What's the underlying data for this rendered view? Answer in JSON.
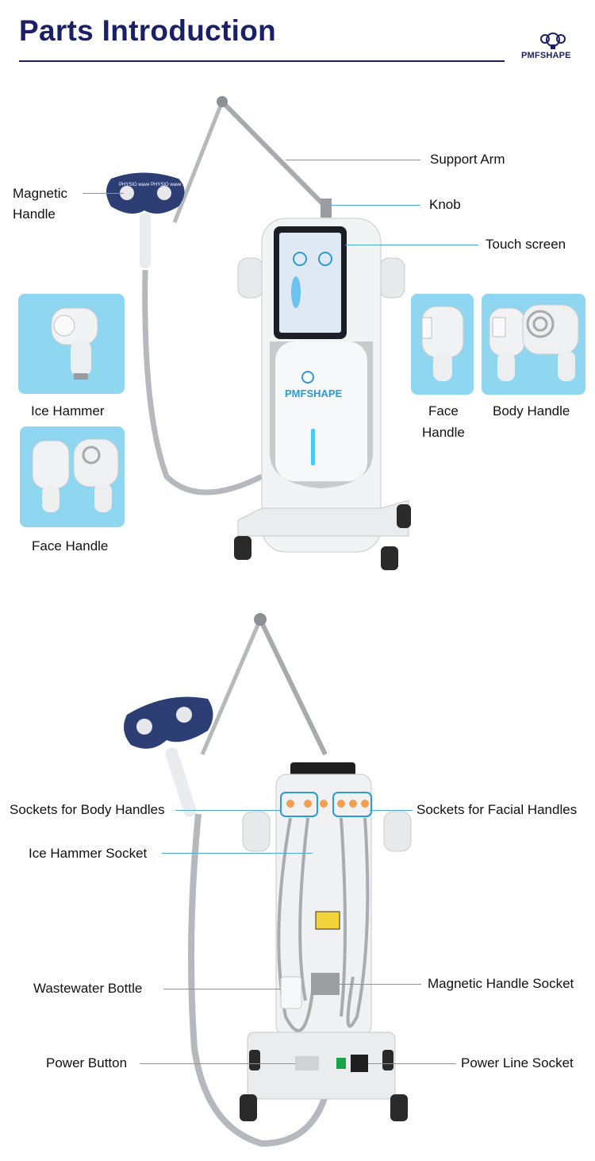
{
  "title": "Parts Introduction",
  "logo": {
    "text": "PMFSHAPE",
    "icon": "brand-mascot-icon"
  },
  "top_section": {
    "labels": {
      "support_arm": "Support Arm",
      "knob": "Knob",
      "touch_screen": "Touch screen",
      "magnetic_handle_line1": "Magnetic",
      "magnetic_handle_line2": "Handle",
      "ice_hammer": "Ice Hammer",
      "face_handle_left": "Face Handle",
      "face_handle_right_line1": "Face",
      "face_handle_right_line2": "Handle",
      "body_handle": "Body Handle"
    },
    "device_brand": "PMFSHAPE",
    "paddle_text_left": "PHYSIO wave",
    "paddle_text_right": "PHYSIO wave"
  },
  "bottom_section": {
    "labels": {
      "sockets_body": "Sockets for Body Handles",
      "sockets_facial": "Sockets for Facial Handles",
      "ice_hammer_socket": "Ice Hammer Socket",
      "wastewater_bottle": "Wastewater Bottle",
      "magnetic_handle_socket": "Magnetic Handle Socket",
      "power_button": "Power Button",
      "power_line_socket": "Power Line Socket"
    }
  },
  "colors": {
    "title": "#1a1f66",
    "leader": "#4aa9d8",
    "tile": "#8fd6f1",
    "accent": "#2b9bd6"
  }
}
